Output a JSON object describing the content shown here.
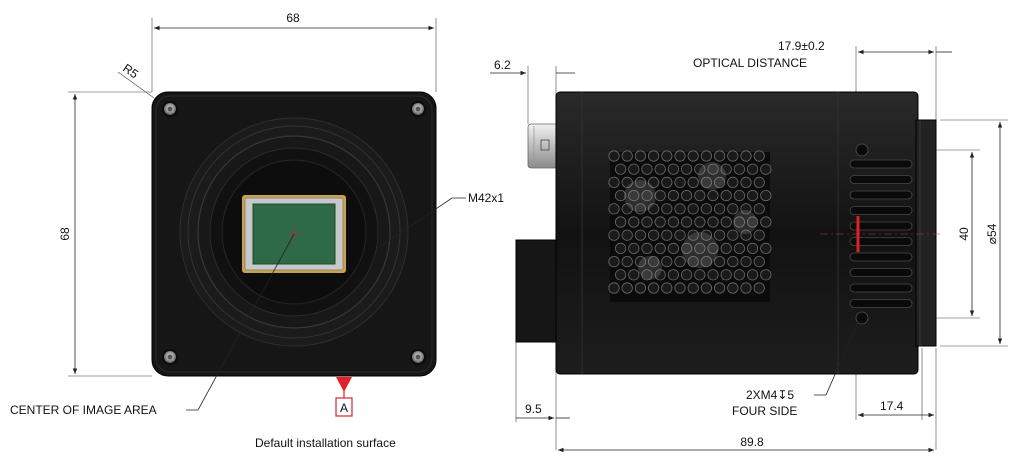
{
  "front_view": {
    "width_dim": "68",
    "height_dim": "68",
    "radius_label": "R5",
    "thread_label": "M42x1",
    "center_label": "CENTER OF IMAGE AREA",
    "datum_letter": "A",
    "install_label": "Default installation surface"
  },
  "side_view": {
    "dim_6_2": "6.2",
    "optical_value": "17.9±0.2",
    "optical_label": "OPTICAL DISTANCE",
    "dim_40": "40",
    "dim_54": "⌀54",
    "mount_holes": "2XM4↧5",
    "four_side": "FOUR SIDE",
    "dim_9_5": "9.5",
    "dim_17_4": "17.4",
    "dim_89_8": "89.8"
  },
  "colors": {
    "body": "#141414",
    "sensor": "#2e6a48",
    "sensor_frame": "#b0b0b0",
    "datum_red": "#e0202a"
  }
}
